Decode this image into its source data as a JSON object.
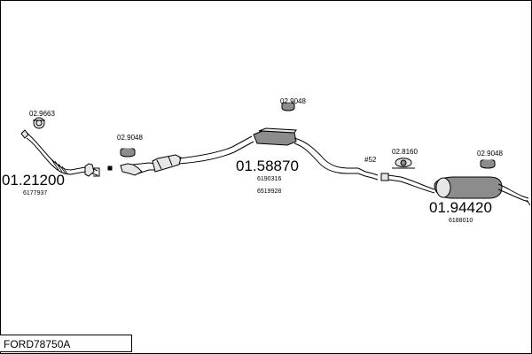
{
  "kit_code": "FORD78750A",
  "parts": {
    "front_pipe": {
      "number": "01.21200",
      "oe": "6177937"
    },
    "front_clamp": {
      "number": "02.9663"
    },
    "mid_clamp": {
      "number": "02.9048"
    },
    "centre_silencer": {
      "number": "01.58870",
      "oe1": "6190316",
      "oe2": "6519928"
    },
    "centre_clamp": {
      "number": "02.9048"
    },
    "connector_code": "#52",
    "rear_mount": {
      "number": "02.8160"
    },
    "rear_clamp": {
      "number": "02.9048"
    },
    "rear_silencer": {
      "number": "01.94420",
      "oe": "6188010"
    }
  },
  "colors": {
    "line": "#000000",
    "background": "#ffffff",
    "fill_light": "#e6e6e6",
    "fill_dark": "#8c8c8c"
  }
}
